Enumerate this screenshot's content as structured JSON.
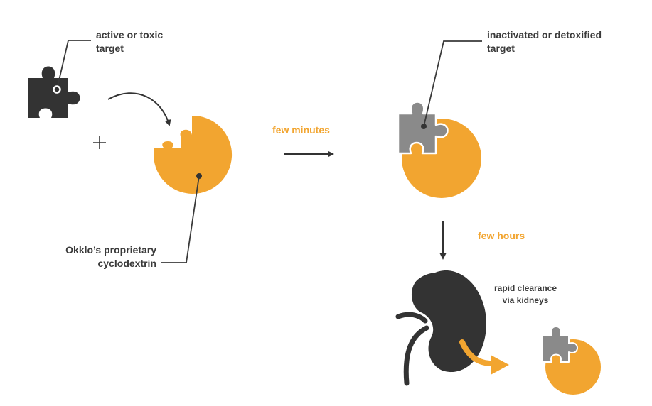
{
  "labels": {
    "active_target_line1": "active or toxic",
    "active_target_line2": "target",
    "inactivated_target_line1": "inactivated or detoxified",
    "inactivated_target_line2": "target",
    "cyclodextrin_line1": "Okklo’s proprietary",
    "cyclodextrin_line2": "cyclodextrin",
    "few_minutes": "few minutes",
    "few_hours": "few hours",
    "clearance_line1": "rapid clearance",
    "clearance_line2": "via kidneys",
    "plus_sign": "+"
  },
  "icons": [
    "puzzle-piece-icon",
    "cyclodextrin-disc-icon",
    "kidney-icon",
    "arrow-icon"
  ],
  "colors": {
    "orange": "#f2a530",
    "dark": "#333333",
    "gray": "#8a8a8a",
    "text": "#3a3a3a"
  }
}
